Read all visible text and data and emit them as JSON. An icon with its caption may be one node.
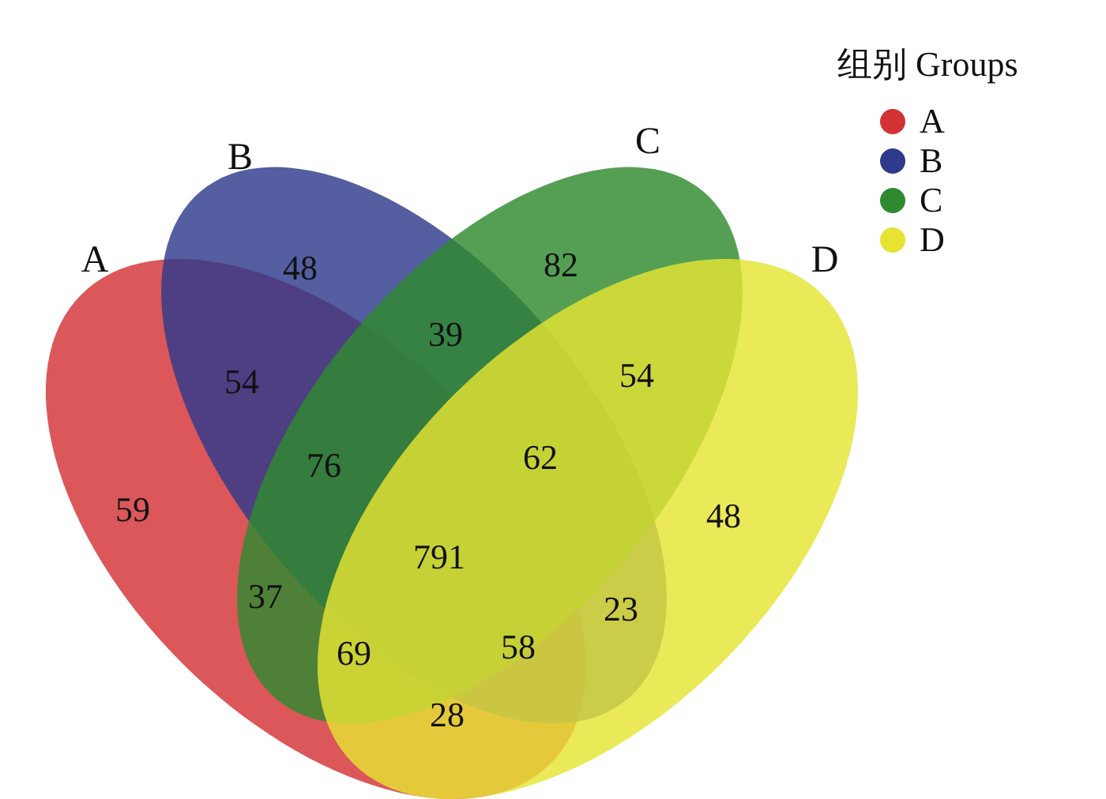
{
  "diagram": {
    "nodes": [
      {
        "text": [
          "A"
        ]
      },
      {
        "text": [
          "B"
        ]
      },
      {
        "text": [
          "C"
        ]
      },
      {
        "text": [
          "D"
        ]
      }
    ],
    "labels": [
      "组别 Groups",
      "48",
      "82",
      "39",
      "54",
      "54",
      "76",
      "62",
      "59",
      "48",
      "791",
      "37",
      "23",
      "69",
      "58",
      "28"
    ],
    "legend": [
      {
        "text": "A",
        "color": "#d33235"
      },
      {
        "text": "B",
        "color": "#2e3a8c"
      },
      {
        "text": "C",
        "color": "#2f8a2f"
      },
      {
        "text": "D",
        "color": "#e5e433"
      }
    ]
  }
}
